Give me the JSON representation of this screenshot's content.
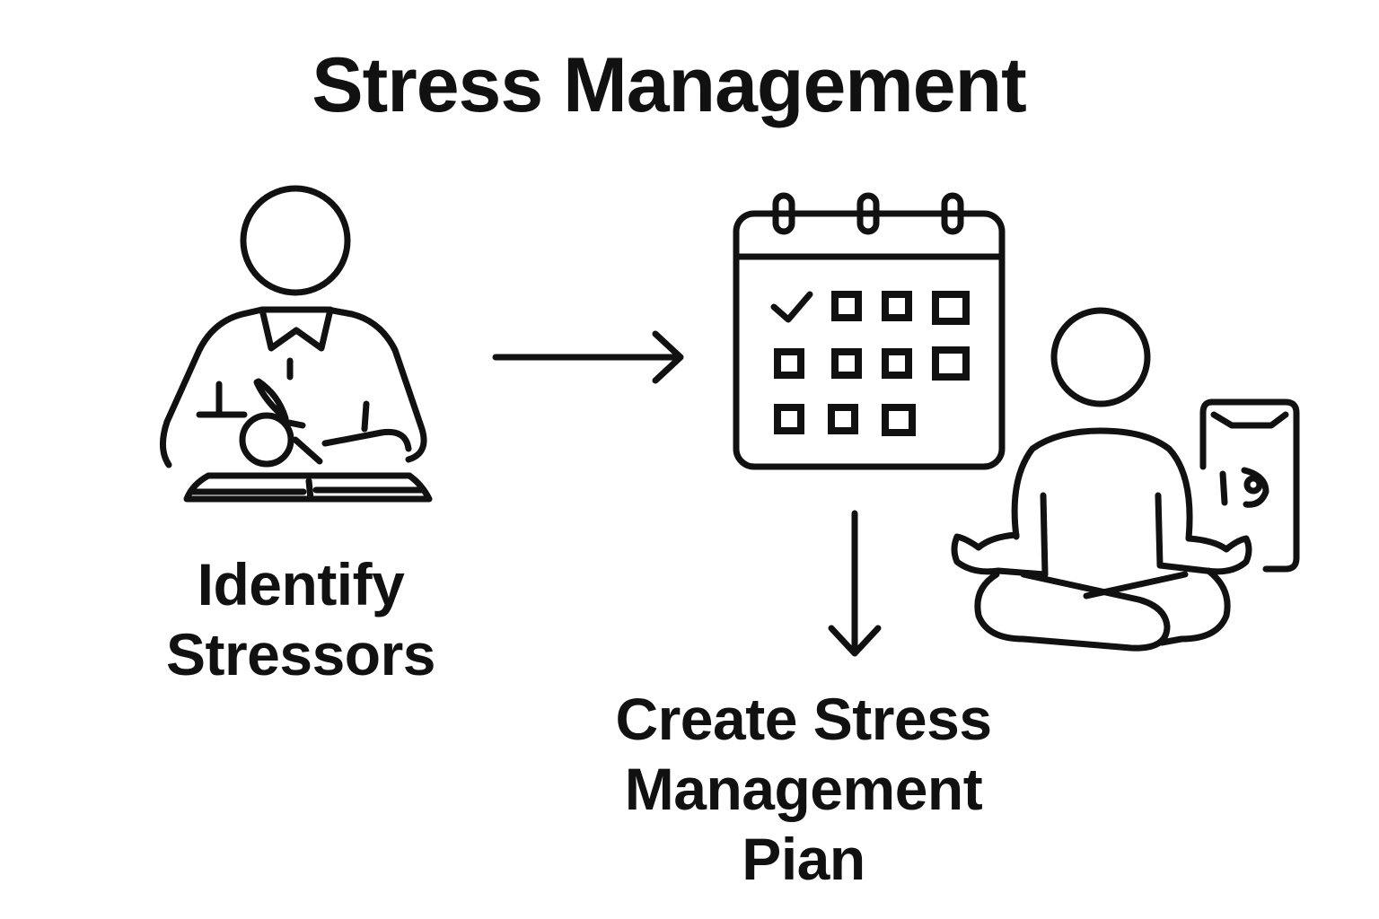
{
  "title": "Stress Management",
  "steps": {
    "identify": {
      "line1": "Identify",
      "line2": "Stressors"
    },
    "plan": {
      "line1": "Create Stress",
      "line2": "Management",
      "line3": "Pian"
    }
  },
  "icons": {
    "left": "person-writing-journal-icon",
    "center": "calendar-checklist-icon",
    "right": "meditating-person-with-phone-icon"
  },
  "colors": {
    "stroke": "#111111",
    "background": "#ffffff"
  }
}
